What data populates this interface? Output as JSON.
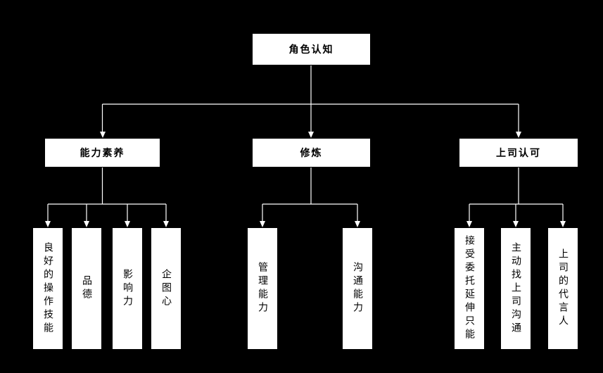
{
  "diagram": {
    "root": {
      "label": "角色认知"
    },
    "branches": [
      {
        "label": "能力素养",
        "children": [
          "良好的操作技能",
          "品德",
          "影响力",
          "企图心"
        ]
      },
      {
        "label": "修炼",
        "children": [
          "管理能力",
          "沟通能力"
        ]
      },
      {
        "label": "上司认可",
        "children": [
          "接受委托延伸只能",
          "主动找上司沟通",
          "上司的代言人"
        ]
      }
    ],
    "colors": {
      "background": "#000000",
      "box_fill": "#ffffff",
      "box_text": "#000000",
      "line": "#ffffff"
    }
  }
}
